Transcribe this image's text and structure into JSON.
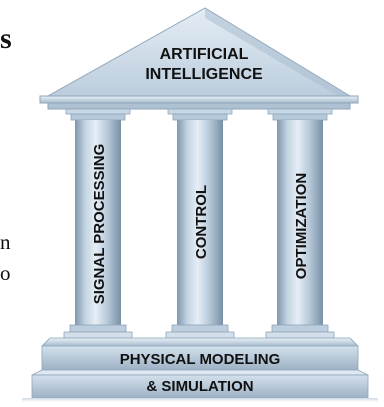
{
  "roof": {
    "line1": "ARTIFICIAL",
    "line2": "INTELLIGENCE"
  },
  "pillars": [
    {
      "label": "SIGNAL PROCESSING"
    },
    {
      "label": "CONTROL"
    },
    {
      "label": "OPTIMIZATION"
    }
  ],
  "base": {
    "line1": "PHYSICAL MODELING",
    "line2": "& SIMULATION"
  },
  "left_edge_text": [
    "s",
    "n",
    "o"
  ],
  "colors": {
    "stone_light": "#dde8f2",
    "stone_mid": "#b3c6d7",
    "stone_dark": "#7f96ab",
    "text": "#111111"
  }
}
